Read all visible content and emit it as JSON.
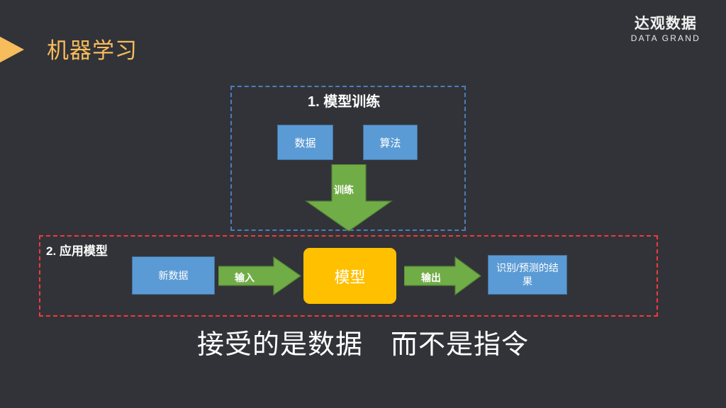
{
  "header": {
    "title": "机器学习",
    "chevron_icon": "chevron-right-icon",
    "logo_cn": "达观数据",
    "logo_en": "DATA GRAND"
  },
  "theme": {
    "background": "#323338",
    "title_color": "#f7bc5c",
    "blue_box": "#5b9bd5",
    "blue_box_border": "#41719c",
    "green_arrow": "#70ad47",
    "green_arrow_border": "#538135",
    "orange_box": "#ffc000",
    "dashed_blue": "#4a7ebb",
    "dashed_red": "#ef3b3b",
    "text_color": "#ffffff"
  },
  "sections": {
    "training": {
      "label": "1. 模型训练",
      "boxes": [
        {
          "label": "数据"
        },
        {
          "label": "算法"
        }
      ],
      "arrow": {
        "label": "训练",
        "direction": "down"
      }
    },
    "applying": {
      "label": "2. 应用模型",
      "input_box": {
        "label": "新数据"
      },
      "input_arrow": {
        "label": "输入",
        "direction": "right"
      },
      "model_box": {
        "label": "模型"
      },
      "output_arrow": {
        "label": "输出",
        "direction": "right"
      },
      "result_box": {
        "label": "识别/预测的结果"
      }
    }
  },
  "caption": "接受的是数据　而不是指令"
}
